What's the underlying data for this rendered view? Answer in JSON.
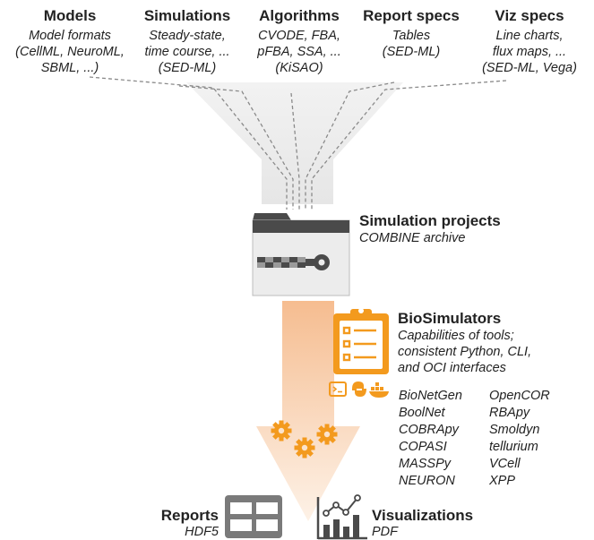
{
  "inputs": [
    {
      "title": "Models",
      "lines": [
        "Model formats",
        "(CellML, NeuroML,",
        "SBML, ...)"
      ]
    },
    {
      "title": "Simulations",
      "lines": [
        "Steady-state,",
        "time course, ...",
        "(SED-ML)"
      ]
    },
    {
      "title": "Algorithms",
      "lines": [
        "CVODE, FBA,",
        "pFBA, SSA, ...",
        "(KiSAO)"
      ]
    },
    {
      "title": "Report specs",
      "lines": [
        "Tables",
        "(SED-ML)"
      ]
    },
    {
      "title": "Viz specs",
      "lines": [
        "Line charts,",
        "flux maps, ...",
        "(SED-ML, Vega)"
      ]
    }
  ],
  "projects": {
    "title": "Simulation projects",
    "subtitle": "COMBINE archive"
  },
  "biosimulators": {
    "title": "BioSimulators",
    "lines": [
      "Capabilities of tools;",
      "consistent Python, CLI,",
      "and OCI interfaces"
    ],
    "tools_left": [
      "BioNetGen",
      "BoolNet",
      "COBRApy",
      "COPASI",
      "MASSPy",
      "NEURON"
    ],
    "tools_right": [
      "OpenCOR",
      "RBApy",
      "Smoldyn",
      "tellurium",
      "VCell",
      "XPP"
    ]
  },
  "reports": {
    "title": "Reports",
    "subtitle": "HDF5"
  },
  "visualizations": {
    "title": "Visualizations",
    "subtitle": "PDF"
  },
  "colors": {
    "orange": "#f39a1e",
    "gray": "#777777",
    "funnel": "#e6e6e6",
    "arrow": "#f7c99a"
  },
  "icons": [
    "folder-icon",
    "zipper-key-icon",
    "clipboard-checklist-icon",
    "terminal-icon",
    "python-icon",
    "docker-icon",
    "gear-icon",
    "table-icon",
    "chart-icon"
  ]
}
